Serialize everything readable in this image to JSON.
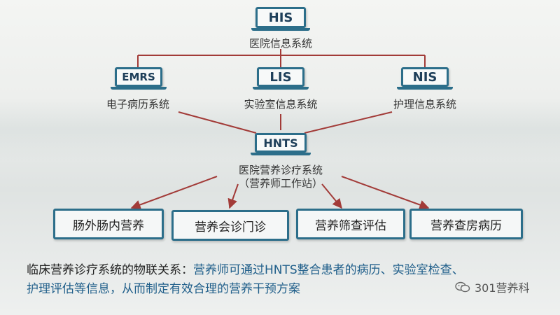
{
  "top_node": {
    "code": "HIS",
    "label": "医院信息系统"
  },
  "sub_nodes": [
    {
      "code": "EMRS",
      "label": "电子病历系统"
    },
    {
      "code": "LIS",
      "label": "实验室信息系统"
    },
    {
      "code": "NIS",
      "label": "护理信息系统"
    }
  ],
  "center_node": {
    "code": "HNTS",
    "label_line1": "医院营养诊疗系统",
    "label_line2": "（营养师工作站）"
  },
  "bottom_boxes": [
    "肠外肠内营养",
    "营养会诊门诊",
    "营养筛查评估",
    "营养查房病历"
  ],
  "caption": {
    "lead": "临床营养诊疗系统的物联关系：",
    "body_line1": "营养师可通过HNTS整合患者的病历、实验室检查、",
    "body_line2": "护理评估等信息，从而制定有效合理的营养干预方案"
  },
  "watermark": "301营养科",
  "colors": {
    "connector": "#a23b38",
    "monitor": "#2c6e8a",
    "caption_highlight": "#1f5e8a"
  }
}
